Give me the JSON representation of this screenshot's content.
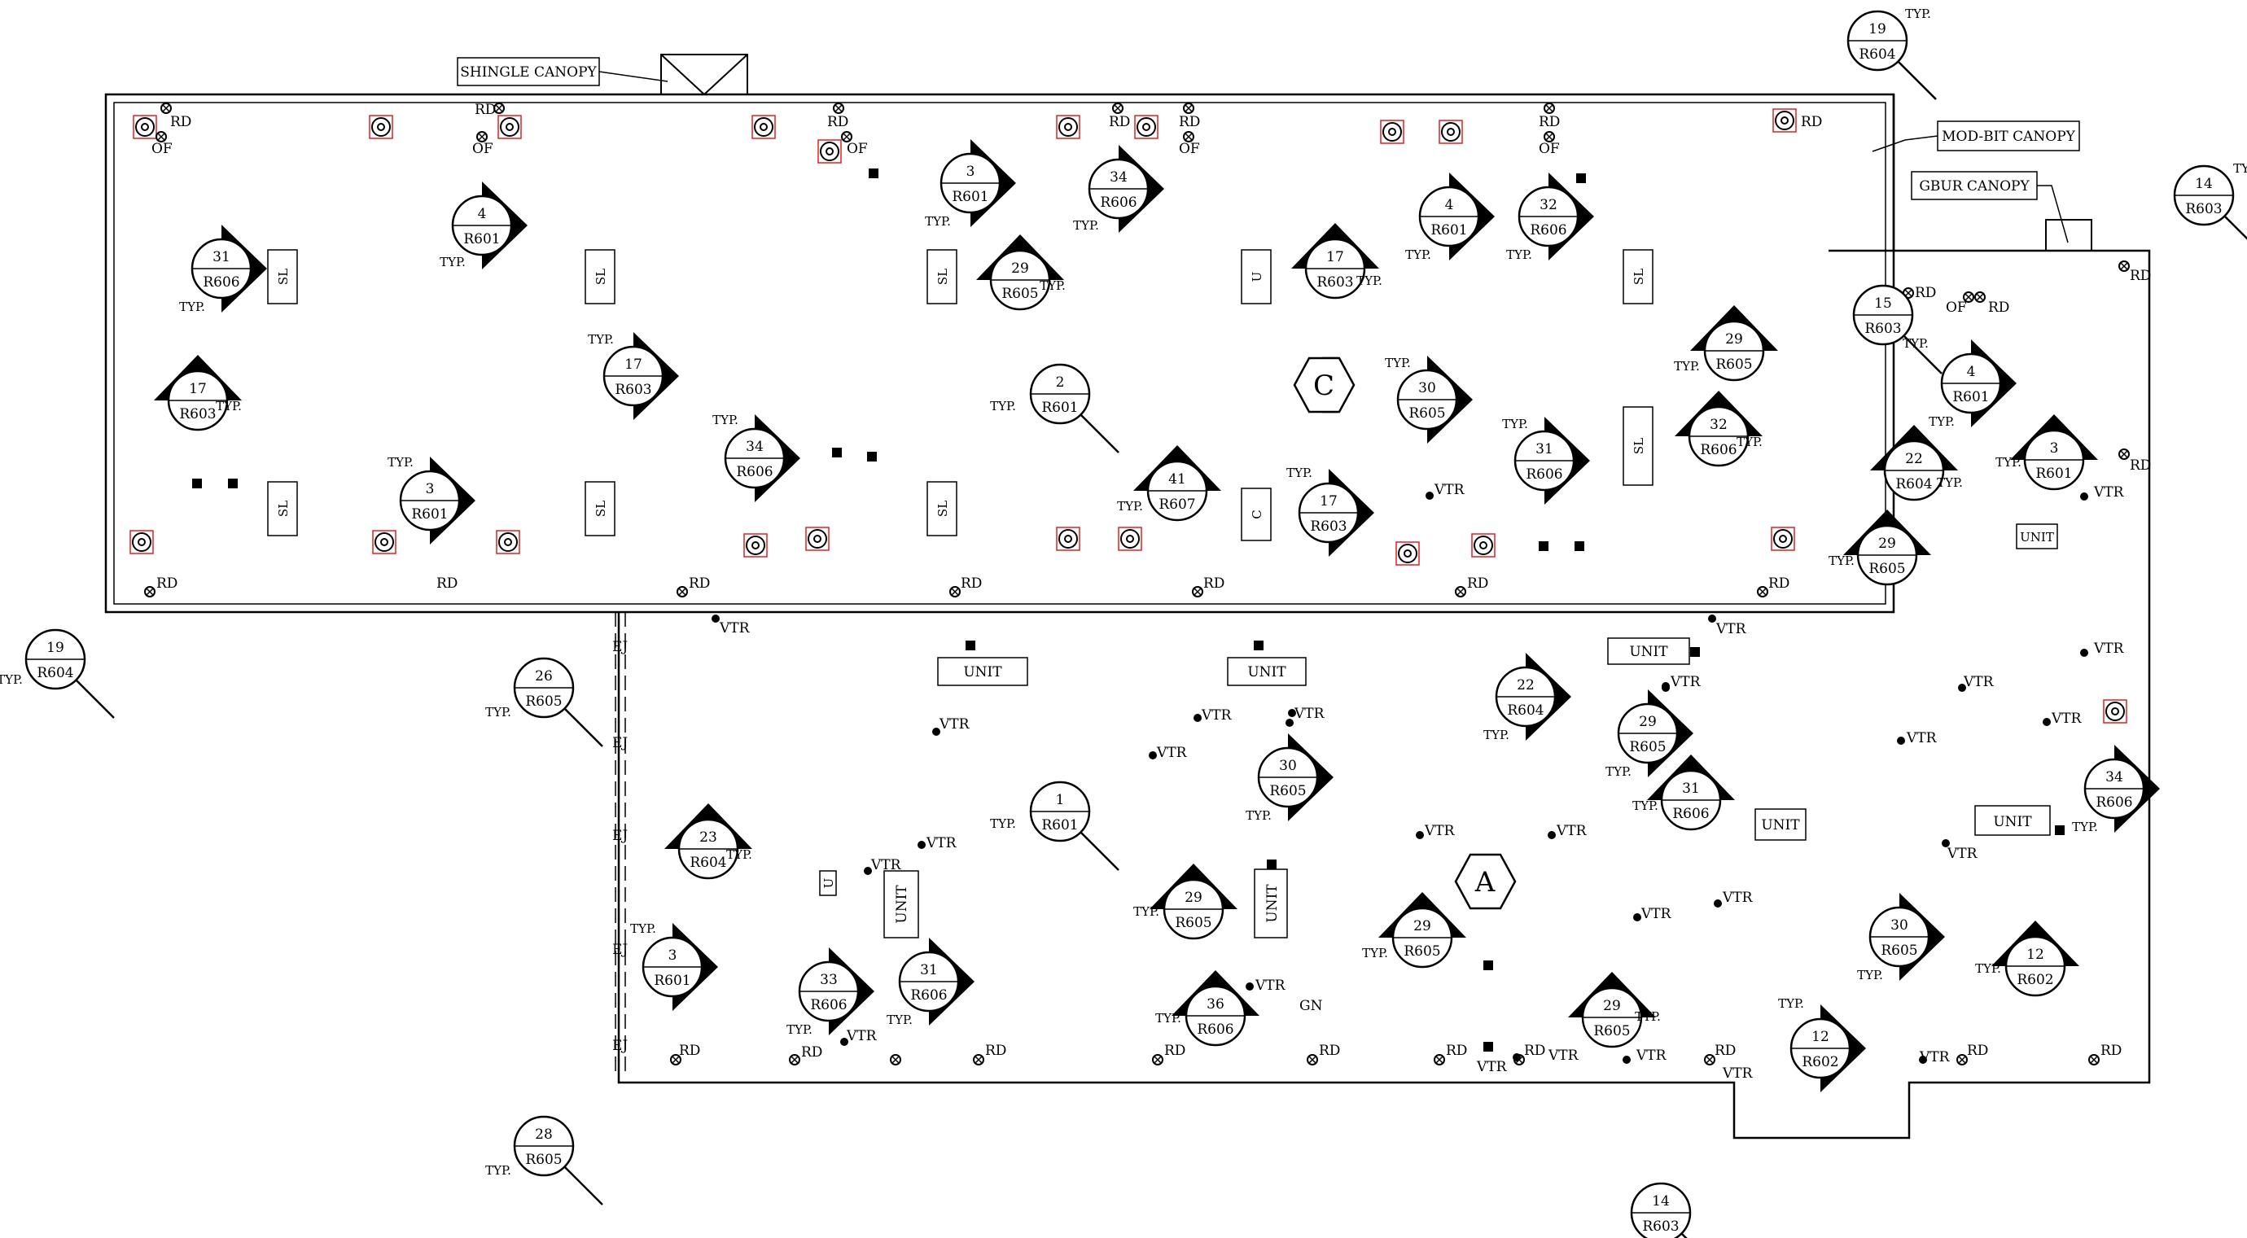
{
  "callouts": {
    "shingle_canopy": "SHINGLE CANOPY",
    "mod_bit_canopy": "MOD-BIT CANOPY",
    "gbur_canopy": "GBUR CANOPY"
  },
  "areas": [
    "C",
    "A"
  ],
  "labels": {
    "typ": "TYP.",
    "rd": "RD",
    "of": "OF",
    "vtr": "VTR",
    "gn": "GN",
    "ej": "EJ",
    "sl": "SL",
    "unit": "UNIT",
    "u": "U",
    "c": "C"
  },
  "details": [
    {
      "n": "19",
      "s": "R604"
    },
    {
      "n": "14",
      "s": "R603"
    },
    {
      "n": "15",
      "s": "R603"
    },
    {
      "n": "19",
      "s": "R604"
    },
    {
      "n": "26",
      "s": "R605"
    },
    {
      "n": "28",
      "s": "R605"
    },
    {
      "n": "14",
      "s": "R603"
    },
    {
      "n": "31",
      "s": "R606"
    },
    {
      "n": "4",
      "s": "R601"
    },
    {
      "n": "17",
      "s": "R603"
    },
    {
      "n": "3",
      "s": "R601"
    },
    {
      "n": "34",
      "s": "R606"
    },
    {
      "n": "4",
      "s": "R601"
    },
    {
      "n": "32",
      "s": "R606"
    },
    {
      "n": "29",
      "s": "R605"
    },
    {
      "n": "17",
      "s": "R603"
    },
    {
      "n": "29",
      "s": "R605"
    },
    {
      "n": "17",
      "s": "R603"
    },
    {
      "n": "3",
      "s": "R601"
    },
    {
      "n": "34",
      "s": "R606"
    },
    {
      "n": "2",
      "s": "R601"
    },
    {
      "n": "41",
      "s": "R607"
    },
    {
      "n": "17",
      "s": "R603"
    },
    {
      "n": "30",
      "s": "R605"
    },
    {
      "n": "31",
      "s": "R606"
    },
    {
      "n": "32",
      "s": "R606"
    },
    {
      "n": "4",
      "s": "R601"
    },
    {
      "n": "3",
      "s": "R601"
    },
    {
      "n": "22",
      "s": "R604"
    },
    {
      "n": "29",
      "s": "R605"
    },
    {
      "n": "22",
      "s": "R604"
    },
    {
      "n": "29",
      "s": "R605"
    },
    {
      "n": "31",
      "s": "R606"
    },
    {
      "n": "34",
      "s": "R606"
    },
    {
      "n": "30",
      "s": "R605"
    },
    {
      "n": "1",
      "s": "R601"
    },
    {
      "n": "23",
      "s": "R604"
    },
    {
      "n": "29",
      "s": "R605"
    },
    {
      "n": "36",
      "s": "R606"
    },
    {
      "n": "29",
      "s": "R605"
    },
    {
      "n": "3",
      "s": "R601"
    },
    {
      "n": "33",
      "s": "R606"
    },
    {
      "n": "31",
      "s": "R606"
    },
    {
      "n": "29",
      "s": "R605"
    },
    {
      "n": "30",
      "s": "R605"
    },
    {
      "n": "12",
      "s": "R602"
    },
    {
      "n": "12",
      "s": "R602"
    }
  ]
}
